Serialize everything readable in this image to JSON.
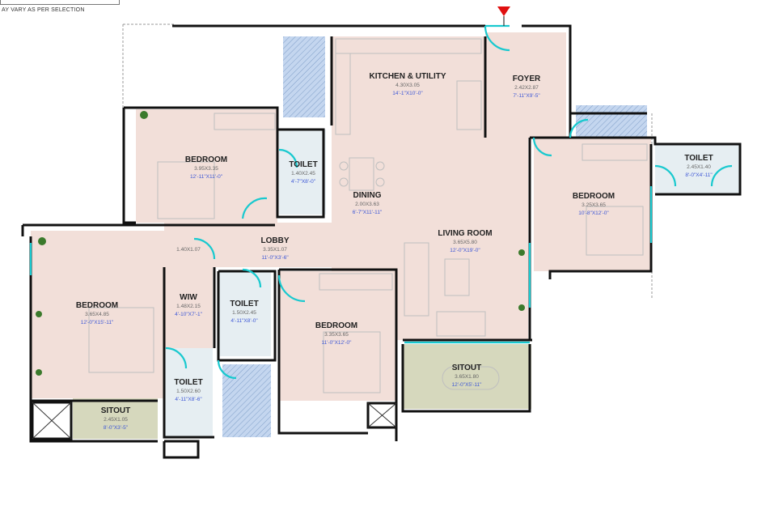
{
  "header": {
    "note": "AY VARY AS PER SELECTION"
  },
  "colors": {
    "floor": "#f2dfd9",
    "sitout": "#d6d8bd",
    "duct": "#c4d6ef",
    "toilet_floor": "#e6eef2",
    "wall": "#111111",
    "door": "#19c9cf",
    "dim_imperial": "#3d57d6",
    "entry_marker": "#e01010"
  },
  "rooms": {
    "kitchen": {
      "name": "KITCHEN & UTILITY",
      "metric": "4.30X3.05",
      "imperial": "14'-1\"X10'-0\""
    },
    "foyer": {
      "name": "FOYER",
      "metric": "2.42X2.87",
      "imperial": "7'-11\"X9'-5\""
    },
    "bed_top_left": {
      "name": "BEDROOM",
      "metric": "3.95X3.35",
      "imperial": "12'-11\"X11'-0\""
    },
    "toilet_top": {
      "name": "TOILET",
      "metric": "1.40X2.45",
      "imperial": "4'-7\"X8'-0\""
    },
    "dining": {
      "name": "DINING",
      "metric": "2.00X3.63",
      "imperial": "6'-7\"X11'-11\""
    },
    "bed_right": {
      "name": "BEDROOM",
      "metric": "3.25X3.65",
      "imperial": "10'-8\"X12'-0\""
    },
    "toilet_right": {
      "name": "TOILET",
      "metric": "2.45X1.40",
      "imperial": "8'-0\"X4'-11\""
    },
    "lobby": {
      "name": "LOBBY",
      "metric": "3.35X1.07",
      "imperial": "11'-0\"X3'-6\""
    },
    "lobby_aux": {
      "metric": "1.40X1.07"
    },
    "living": {
      "name": "LIVING ROOM",
      "metric": "3.65X5.80",
      "imperial": "12'-0\"X19'-0\""
    },
    "bed_left": {
      "name": "BEDROOM",
      "metric": "3.65X4.85",
      "imperial": "12'-0\"X15'-11\""
    },
    "wiw": {
      "name": "WIW",
      "metric": "1.48X2.15",
      "imperial": "4'-10\"X7'-1\""
    },
    "toilet_mid": {
      "name": "TOILET",
      "metric": "1.50X2.45",
      "imperial": "4'-11\"X8'-0\""
    },
    "bed_bottom": {
      "name": "BEDROOM",
      "metric": "3.35X3.65",
      "imperial": "11'-0\"X12'-0\""
    },
    "toilet_bottom": {
      "name": "TOILET",
      "metric": "1.50X2.60",
      "imperial": "4'-11\"X8'-6\""
    },
    "sitout_left": {
      "name": "SITOUT",
      "metric": "2.45X1.05",
      "imperial": "8'-0\"X3'-5\""
    },
    "sitout_living": {
      "name": "SITOUT",
      "metric": "3.65X1.80",
      "imperial": "12'-0\"X5'-11\""
    }
  }
}
